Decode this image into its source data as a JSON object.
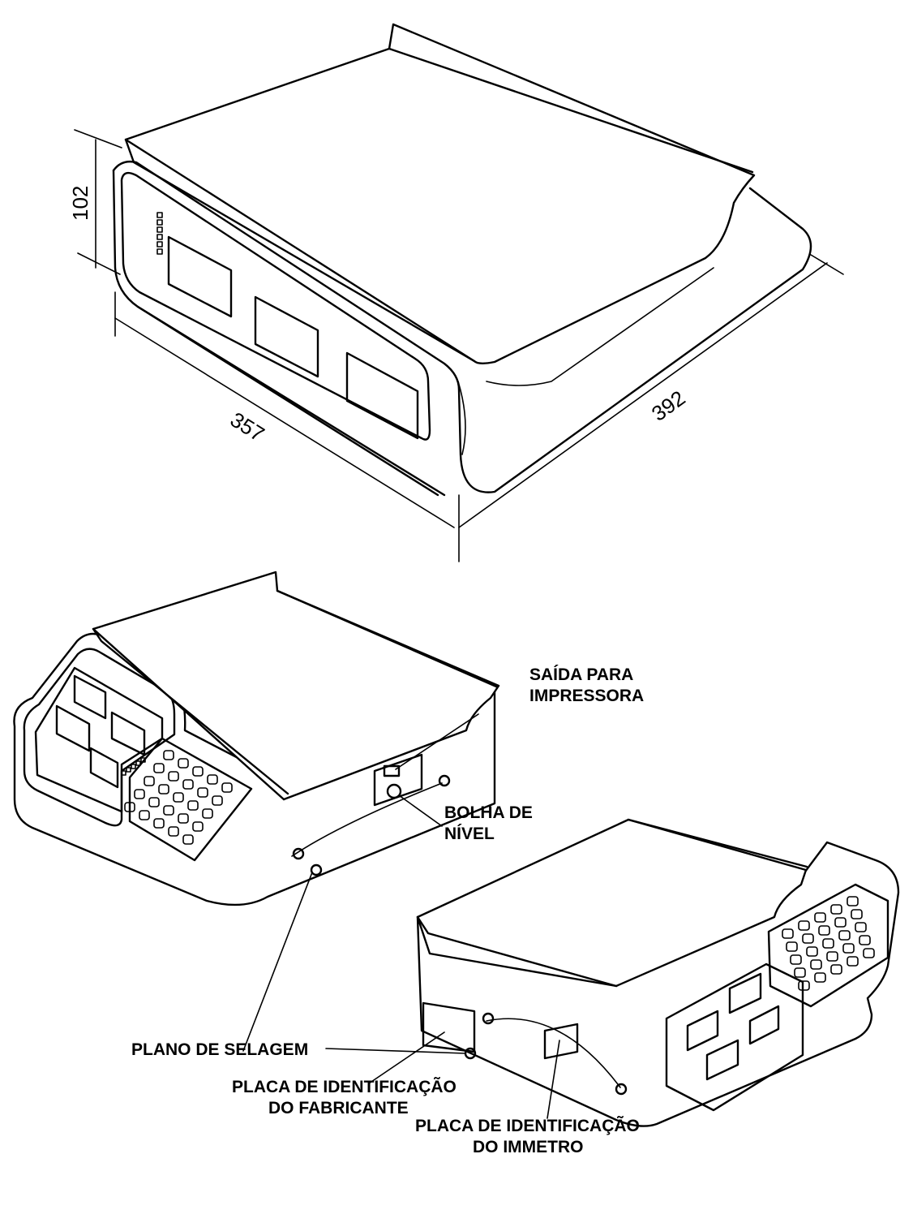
{
  "dimensions": {
    "height": "102",
    "width": "357",
    "depth": "392"
  },
  "labels": {
    "printer_output": [
      "SAÍDA PARA",
      "IMPRESSORA"
    ],
    "level_bubble": [
      "BOLHA DE",
      "NÍVEL"
    ],
    "sealing_plane": "PLANO DE SELAGEM",
    "manufacturer_plate": [
      "PLACA DE IDENTIFICAÇÃO",
      "DO FABRICANTE"
    ],
    "inmetro_plate": [
      "PLACA DE IDENTIFICAÇÃO",
      "DO IMMETRO"
    ]
  }
}
